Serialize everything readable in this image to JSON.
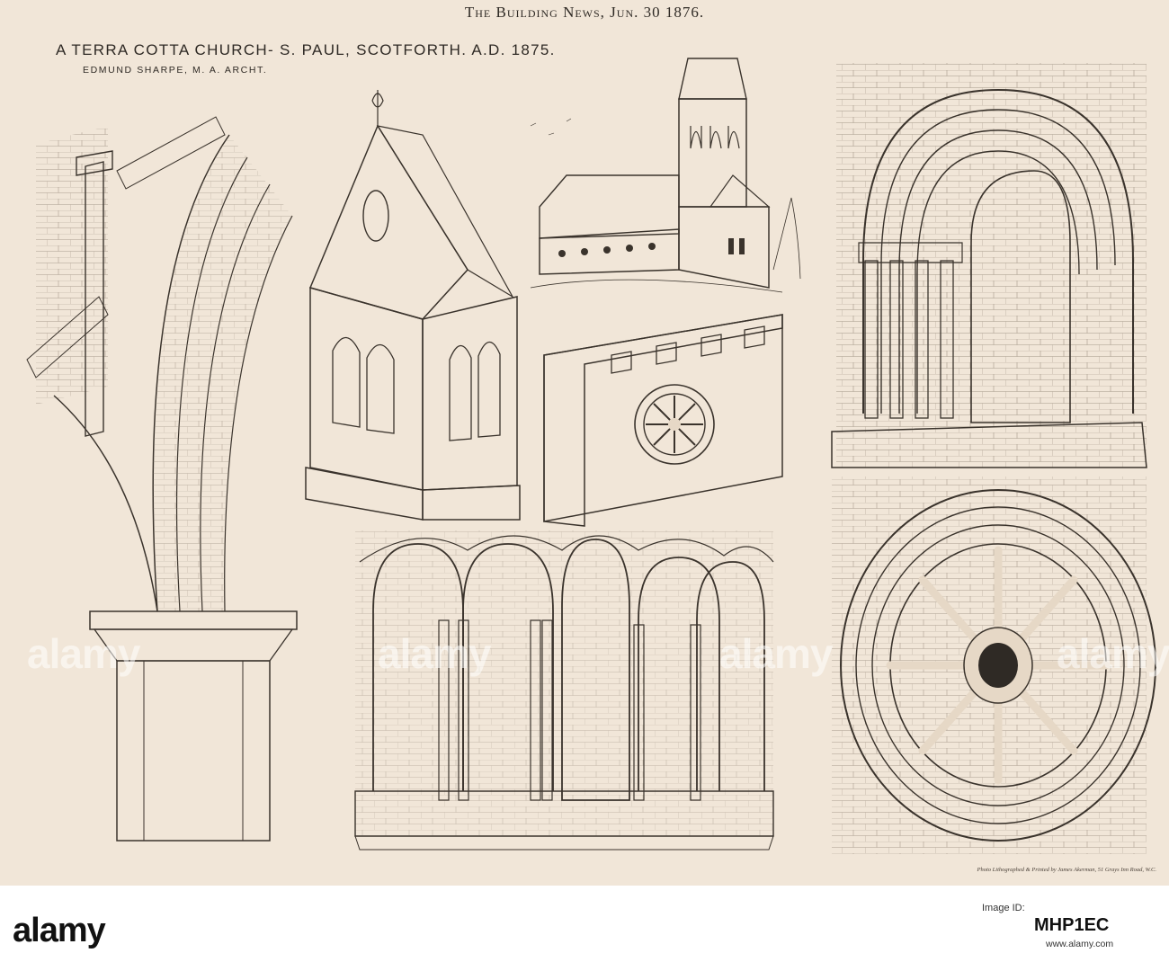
{
  "plate": {
    "masthead": "The Building News, Jun. 30 1876.",
    "title": "A TERRA COTTA CHURCH- S. PAUL, SCOTFORTH. A.D. 1875.",
    "architect": "EDMUND SHARPE, M. A. ARCHT.",
    "printer_credit": "Photo Lithographed & Printed by James Akerman, 51 Grays Inn Road, W.C."
  },
  "watermark": {
    "text": "alamy"
  },
  "stock_banner": {
    "logo": "alamy",
    "image_id_label": "Image ID:",
    "image_id": "MHP1EC",
    "url": "www.alamy.com"
  },
  "palette": {
    "paper": "#f1e6d8",
    "ink": "#3a332c",
    "banner": "#ffffff"
  }
}
